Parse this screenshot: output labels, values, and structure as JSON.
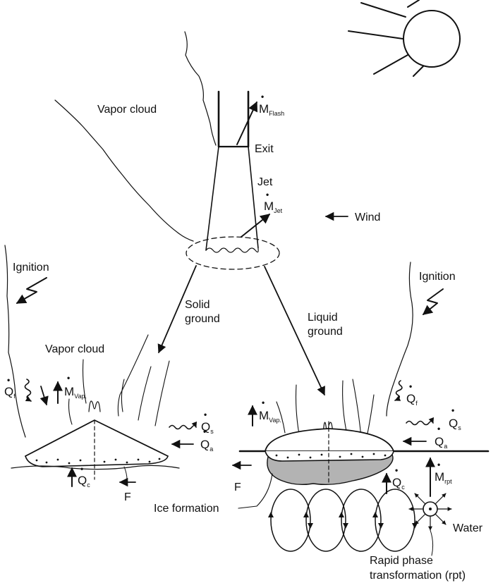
{
  "labels": {
    "vapor_cloud_top": "Vapor cloud",
    "exit": "Exit",
    "jet": "Jet",
    "wind": "Wind",
    "ignition_left": "Ignition",
    "ignition_right": "Ignition",
    "solid_ground_1": "Solid",
    "solid_ground_2": "ground",
    "liquid_ground_1": "Liquid",
    "liquid_ground_2": "ground",
    "vapor_cloud_left": "Vapor cloud",
    "ice_formation": "Ice formation",
    "water": "Water",
    "rpt_1": "Rapid phase",
    "rpt_2": "transformation (rpt)",
    "force_left": "F",
    "force_right": "F"
  },
  "symbols": {
    "m_flash": {
      "main": "M",
      "sub": "Flash"
    },
    "m_jet": {
      "main": "M",
      "sub": "Jet"
    },
    "q_f_left": {
      "main": "Q",
      "sub": "f"
    },
    "m_vap_left": {
      "main": "M",
      "sub": "Vap."
    },
    "q_s_left": {
      "main": "Q",
      "sub": "s"
    },
    "q_a_left": {
      "main": "Q",
      "sub": "a"
    },
    "q_c_left": {
      "main": "Q",
      "sub": "c"
    },
    "m_vap_right": {
      "main": "M",
      "sub": "Vap."
    },
    "q_f_right": {
      "main": "Q",
      "sub": "f"
    },
    "q_s_right": {
      "main": "Q",
      "sub": "s"
    },
    "q_a_right": {
      "main": "Q",
      "sub": "a"
    },
    "q_c_right": {
      "main": "Q",
      "sub": "c"
    },
    "m_rpt": {
      "main": "M",
      "sub": "rpt"
    }
  },
  "colors": {
    "ink": "#111111",
    "ice": "#b3b3b3",
    "background": "#ffffff"
  }
}
